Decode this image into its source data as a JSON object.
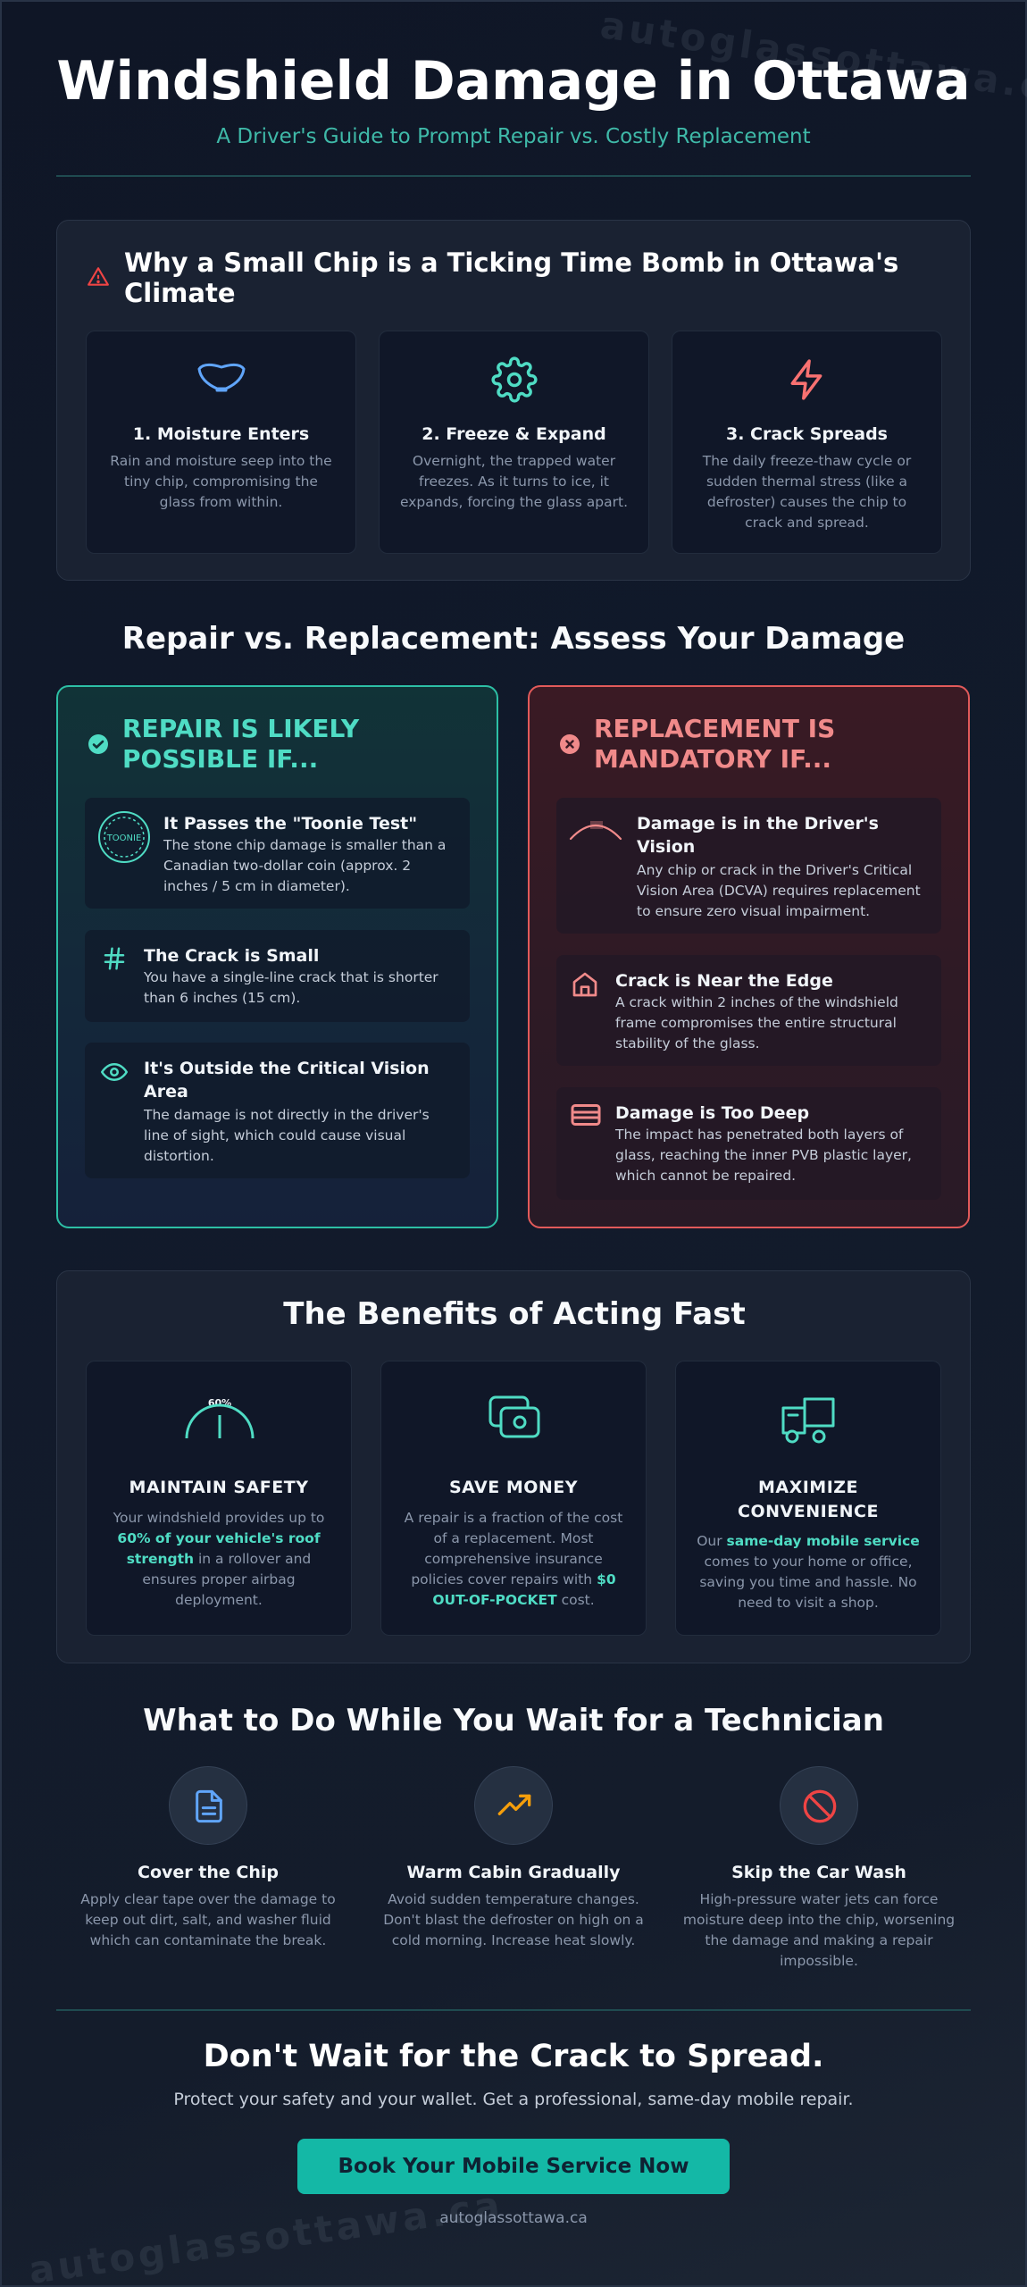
{
  "watermark": "autoglassottawa.ca",
  "header": {
    "title": "Windshield Damage in Ottawa",
    "subtitle": "A Driver's Guide to Prompt Repair vs. Costly Replacement"
  },
  "why": {
    "title": "Why a Small Chip is a Ticking Time Bomb in Ottawa's Climate",
    "icon": "warning-triangle-icon",
    "steps": [
      {
        "icon": "droplet-icon",
        "title": "1. Moisture Enters",
        "text": "Rain and moisture seep into the tiny chip, compromising the glass from within."
      },
      {
        "icon": "gear-icon",
        "title": "2. Freeze & Expand",
        "text": "Overnight, the trapped water freezes. As it turns to ice, it expands, forcing the glass apart."
      },
      {
        "icon": "lightning-icon",
        "title": "3. Crack Spreads",
        "text": "The daily freeze-thaw cycle or sudden thermal stress (like a defroster) causes the chip to crack and spread."
      }
    ]
  },
  "assess": {
    "title": "Repair vs. Replacement: Assess Your Damage",
    "repair": {
      "title": "REPAIR IS LIKELY POSSIBLE IF...",
      "coin_label": "TOONIE",
      "items": [
        {
          "icon": "coin-icon",
          "title": "It Passes the \"Toonie Test\"",
          "text": "The stone chip damage is smaller than a Canadian two-dollar coin (approx. 2 inches / 5 cm in diameter)."
        },
        {
          "icon": "hash-icon",
          "title": "The Crack is Small",
          "text": "You have a single-line crack that is shorter than 6 inches (15 cm)."
        },
        {
          "icon": "eye-icon",
          "title": "It's Outside the Critical Vision Area",
          "text": "The damage is not directly in the driver's line of sight, which could cause visual distortion."
        }
      ]
    },
    "replace": {
      "title": "REPLACEMENT IS MANDATORY IF...",
      "items": [
        {
          "icon": "windshield-icon",
          "title": "Damage is in the Driver's Vision",
          "text": "Any chip or crack in the Driver's Critical Vision Area (DCVA) requires replacement to ensure zero visual impairment."
        },
        {
          "icon": "home-icon",
          "title": "Crack is Near the Edge",
          "text": "A crack within 2 inches of the windshield frame compromises the entire structural stability of the glass."
        },
        {
          "icon": "layers-icon",
          "title": "Damage is Too Deep",
          "text": "The impact has penetrated both layers of glass, reaching the inner PVB plastic layer, which cannot be repaired."
        }
      ]
    }
  },
  "benefits": {
    "title": "The Benefits of Acting Fast",
    "items": [
      {
        "icon": "gauge-icon",
        "gauge_label": "60%",
        "title": "MAINTAIN SAFETY",
        "pre": "Your windshield provides up to ",
        "highlight": "60% of your vehicle's roof strength",
        "post": " in a rollover and ensures proper airbag deployment."
      },
      {
        "icon": "cash-icon",
        "title": "SAVE MONEY",
        "pre": "A repair is a fraction of the cost of a replacement. Most comprehensive insurance policies cover repairs with ",
        "highlight": "$0 OUT-OF-POCKET",
        "post": " cost."
      },
      {
        "icon": "truck-icon",
        "title": "MAXIMIZE CONVENIENCE",
        "pre": "Our ",
        "highlight": "same-day mobile service",
        "post": " comes to your home or office, saving you time and hassle. No need to visit a shop."
      }
    ]
  },
  "wait": {
    "title": "What to Do While You Wait for a Technician",
    "tips": [
      {
        "icon": "document-icon",
        "title": "Cover the Chip",
        "text": "Apply clear tape over the damage to keep out dirt, salt, and washer fluid which can contaminate the break."
      },
      {
        "icon": "trend-up-icon",
        "title": "Warm Cabin Gradually",
        "text": "Avoid sudden temperature changes. Don't blast the defroster on high on a cold morning. Increase heat slowly."
      },
      {
        "icon": "no-entry-icon",
        "title": "Skip the Car Wash",
        "text": "High-pressure water jets can force moisture deep into the chip, worsening the damage and making a repair impossible."
      }
    ]
  },
  "cta": {
    "title": "Don't Wait for the Crack to Spread.",
    "subtitle": "Protect your safety and your wallet. Get a professional, same-day mobile repair.",
    "button": "Book Your Mobile Service Now",
    "url": "autoglassottawa.ca"
  }
}
